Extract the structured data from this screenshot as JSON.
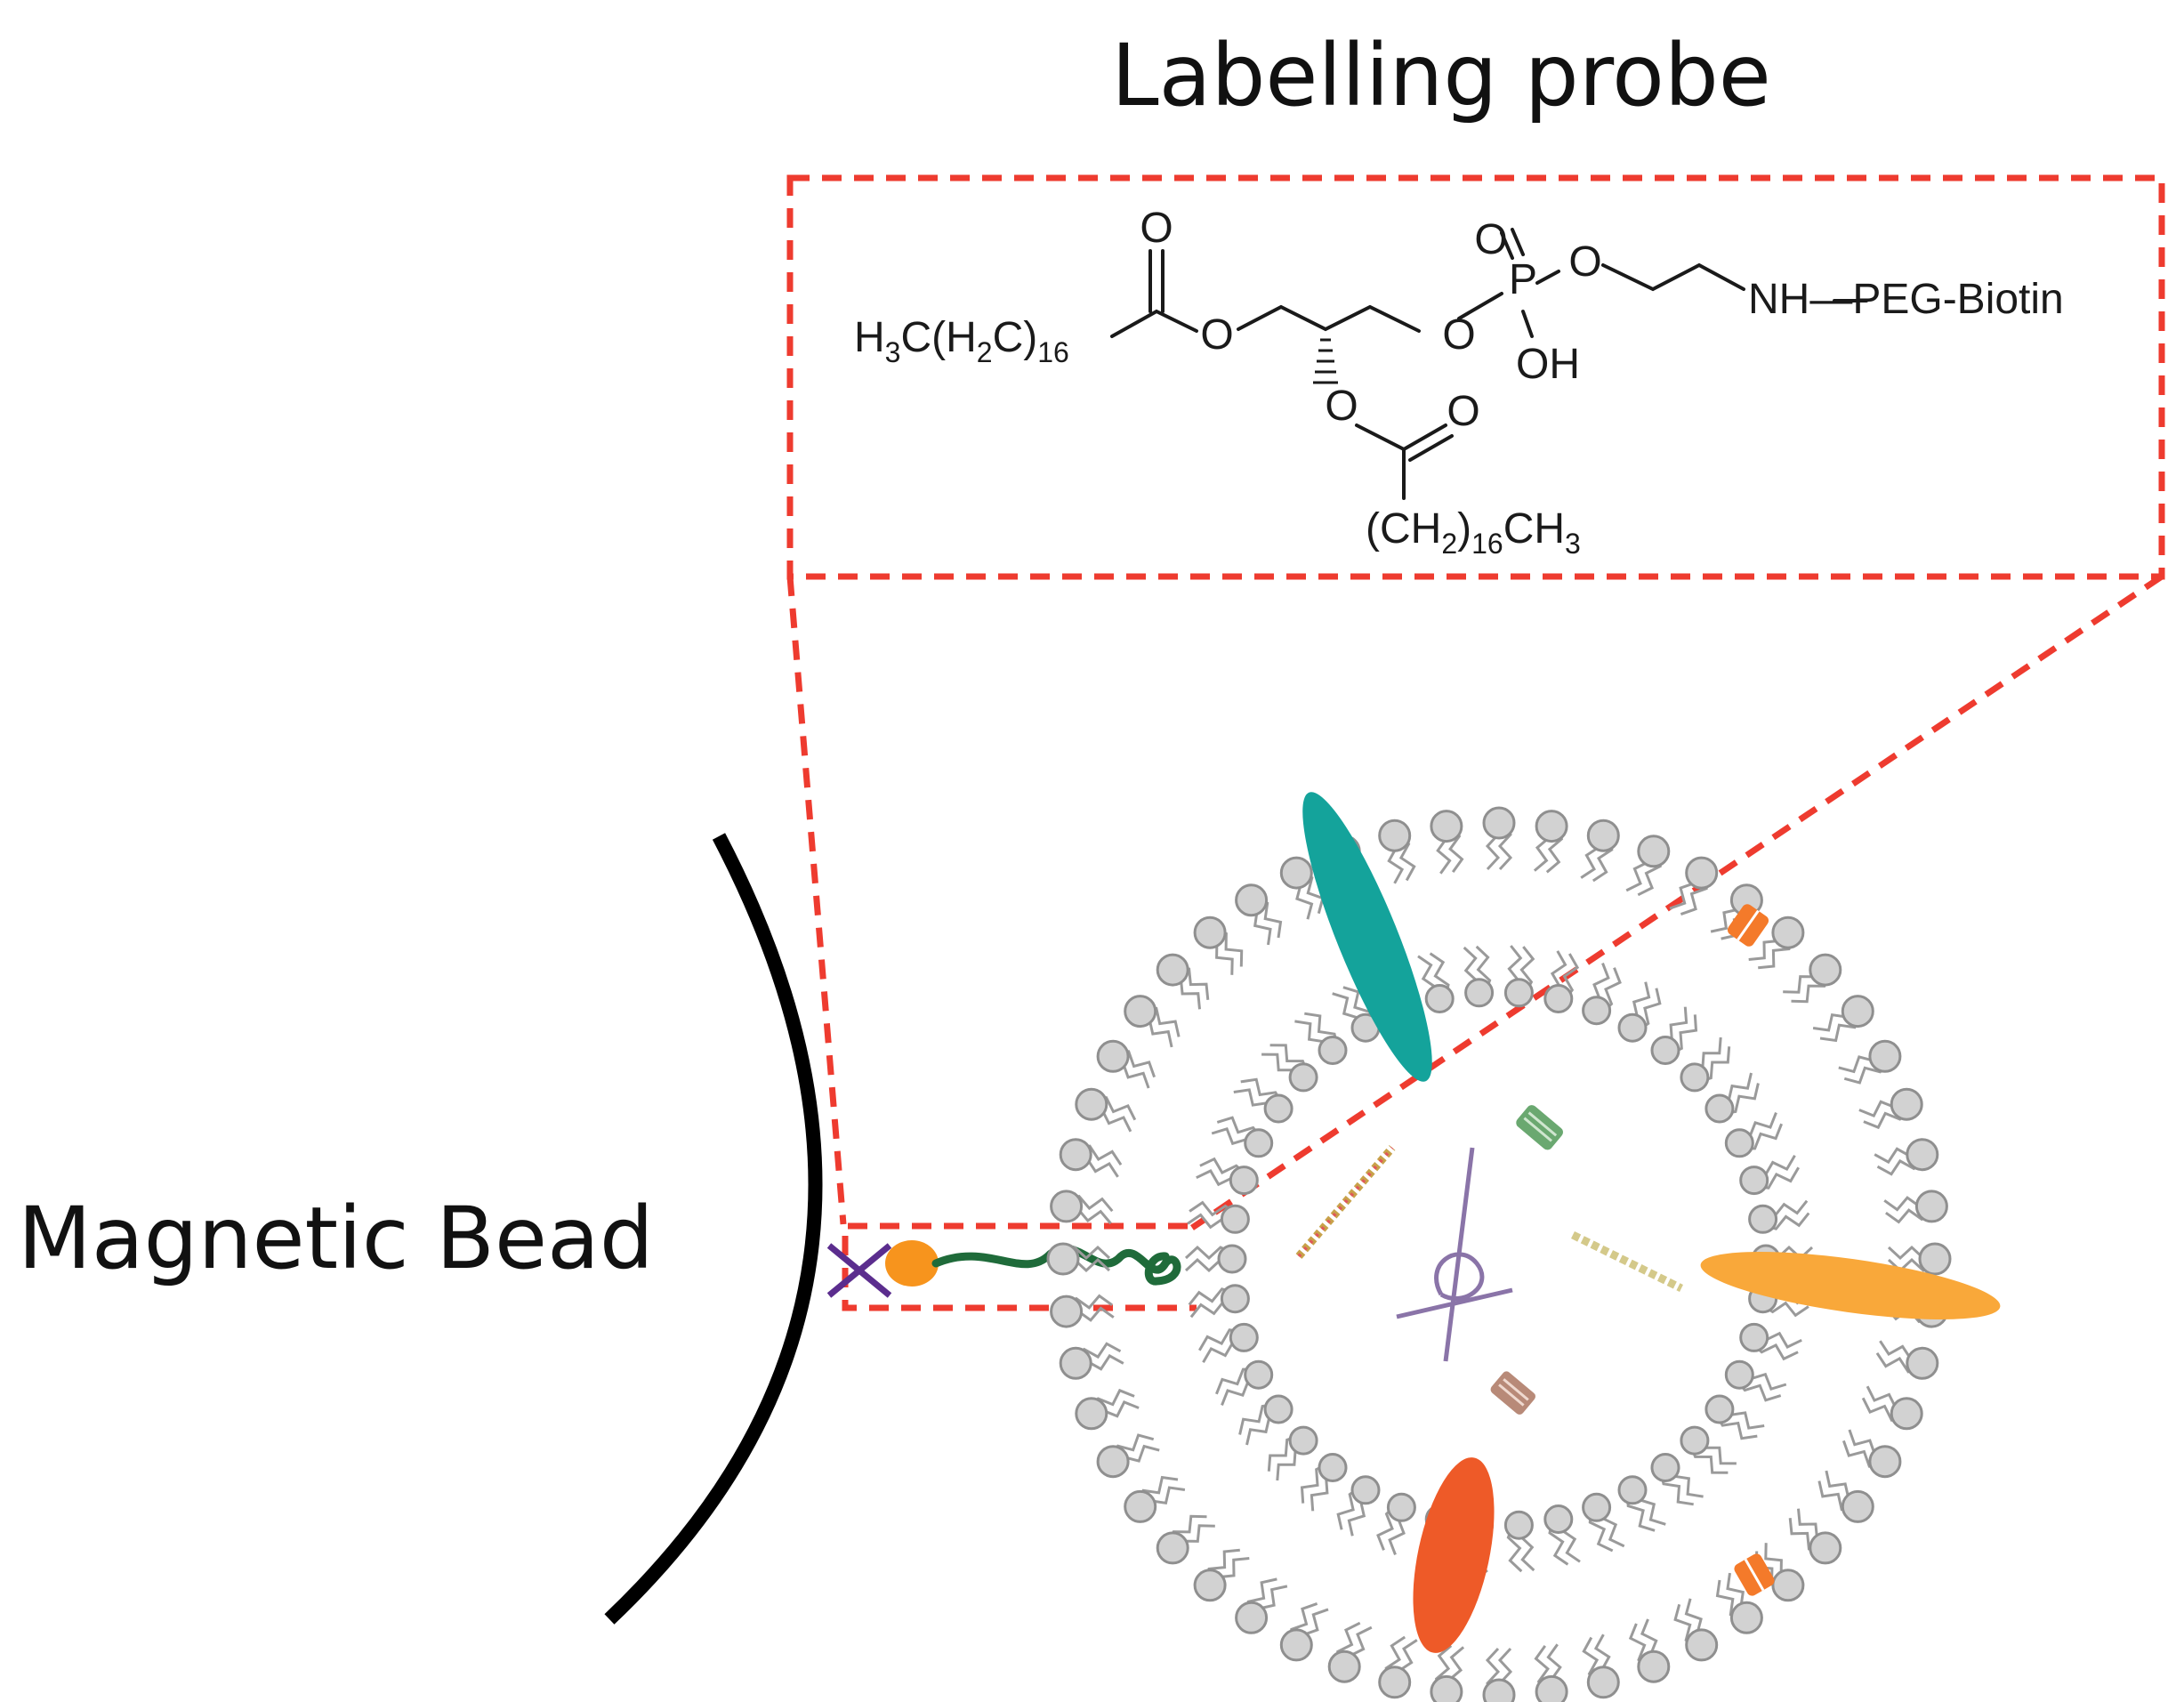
{
  "title": "Labelling probe",
  "bead_label": "Magnetic Bead",
  "chemical_structure": {
    "left_chain": [
      "H",
      "3",
      "C(H",
      "2",
      "C)",
      "16"
    ],
    "lower_chain": [
      "(CH",
      "2",
      ")",
      "16",
      "CH",
      "3"
    ],
    "atoms": {
      "carbonyl_oxygen_1": "O",
      "ester_oxygen_1": "O",
      "ester_oxygen_2": "O",
      "carbonyl_oxygen_2": "O",
      "phosphate_oxygen_link": "O",
      "phosphorus": "P",
      "phosphoryl_oxygen": "O",
      "phosphate_oxygen_ethyl": "O",
      "hydroxyl": "OH",
      "nh_peg_biotin": "NH—PEG-Biotin"
    }
  },
  "colors": {
    "zoom_box": "#ee3b2f",
    "bead": "#000000",
    "crosslink": "#5b2d8e",
    "anchor": "#f7941d",
    "linker": "#1f6b3a",
    "protein_teal": "#14a39b",
    "protein_orange": "#f9a83a",
    "protein_red": "#ee5a28",
    "lipid_head": "#d2d2d2",
    "channel": "#f47a2a"
  }
}
